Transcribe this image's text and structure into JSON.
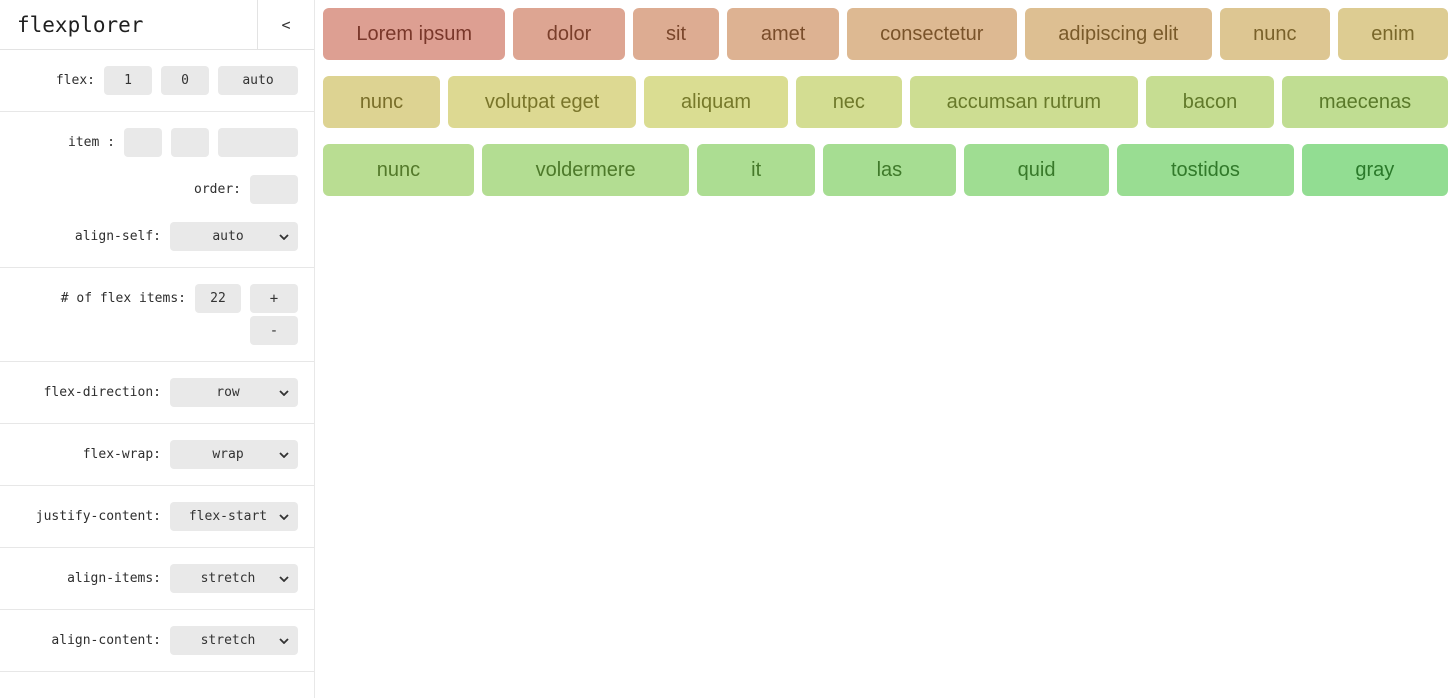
{
  "header": {
    "title": "flexplorer",
    "collapse_glyph": "<"
  },
  "sidebar": {
    "flex": {
      "label": "flex:",
      "values": [
        "1",
        "0",
        "auto"
      ]
    },
    "item": {
      "label": "item :",
      "values": [
        "",
        "",
        ""
      ]
    },
    "order": {
      "label": "order:",
      "value": ""
    },
    "align_self": {
      "label": "align-self:",
      "value": "auto"
    },
    "num_items": {
      "label": "# of flex items:",
      "value": "22",
      "increment": "+",
      "decrement": "-"
    },
    "flex_direction": {
      "label": "flex-direction:",
      "value": "row"
    },
    "flex_wrap": {
      "label": "flex-wrap:",
      "value": "wrap"
    },
    "justify_content": {
      "label": "justify-content:",
      "value": "flex-start"
    },
    "align_items": {
      "label": "align-items:",
      "value": "stretch"
    },
    "align_content": {
      "label": "align-content:",
      "value": "stretch"
    }
  },
  "main": {
    "rows": [
      [
        {
          "label": "Lorem ipsum",
          "bg": "#dd9f92",
          "fg": "#79372a"
        },
        {
          "label": "dolor",
          "bg": "#dda592",
          "fg": "#793e2a"
        },
        {
          "label": "sit",
          "bg": "#ddac92",
          "fg": "#79452a"
        },
        {
          "label": "amet",
          "bg": "#ddb292",
          "fg": "#794c2a"
        },
        {
          "label": "consectetur",
          "bg": "#ddb992",
          "fg": "#79532a"
        },
        {
          "label": "adipiscing elit",
          "bg": "#ddbf92",
          "fg": "#795a2a"
        },
        {
          "label": "nunc",
          "bg": "#ddc692",
          "fg": "#79612a"
        },
        {
          "label": "enim",
          "bg": "#ddcc92",
          "fg": "#79672a"
        }
      ],
      [
        {
          "label": "nunc",
          "bg": "#ddd392",
          "fg": "#796e2a"
        },
        {
          "label": "volutpat eget",
          "bg": "#ddd992",
          "fg": "#79752a"
        },
        {
          "label": "aliquam",
          "bg": "#dadd92",
          "fg": "#76792a"
        },
        {
          "label": "nec",
          "bg": "#d3dd92",
          "fg": "#6f792a"
        },
        {
          "label": "accumsan rutrum",
          "bg": "#cddd92",
          "fg": "#68792a"
        },
        {
          "label": "bacon",
          "bg": "#c6dd92",
          "fg": "#61792a"
        },
        {
          "label": "maecenas",
          "bg": "#c0dd92",
          "fg": "#5a792a"
        }
      ],
      [
        {
          "label": "nunc",
          "bg": "#b9dd92",
          "fg": "#53792a"
        },
        {
          "label": "voldermere",
          "bg": "#b3dd92",
          "fg": "#4d792a"
        },
        {
          "label": "it",
          "bg": "#acdd92",
          "fg": "#46792a"
        },
        {
          "label": "las",
          "bg": "#a6dd92",
          "fg": "#3f792a"
        },
        {
          "label": "quid",
          "bg": "#9fdd92",
          "fg": "#38792a"
        },
        {
          "label": "tostidos",
          "bg": "#99dd92",
          "fg": "#31792a"
        },
        {
          "label": "gray",
          "bg": "#92dd92",
          "fg": "#2a792a"
        }
      ]
    ]
  }
}
